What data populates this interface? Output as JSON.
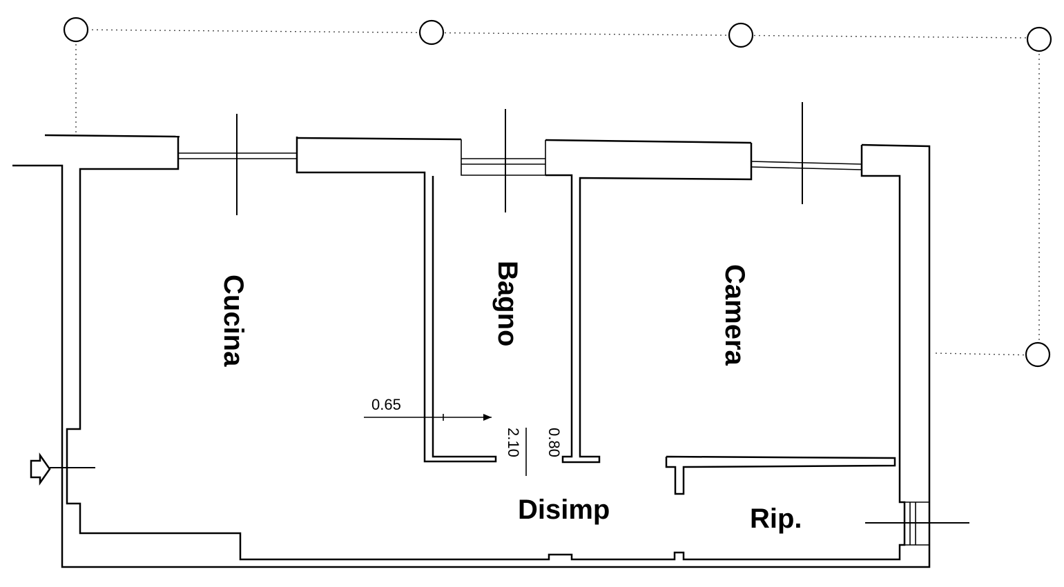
{
  "rooms": {
    "cucina": "Cucina",
    "bagno": "Bagno",
    "camera": "Camera",
    "disimp": "Disimp",
    "rip": "Rip."
  },
  "dimensions": {
    "width_label": "0.65",
    "door_width": "0.80",
    "door_height": "2.10"
  },
  "icons": {
    "entrance": "entrance-arrow-icon",
    "grid_node": "grid-node-icon"
  },
  "colors": {
    "line": "#000000",
    "background": "#ffffff"
  }
}
